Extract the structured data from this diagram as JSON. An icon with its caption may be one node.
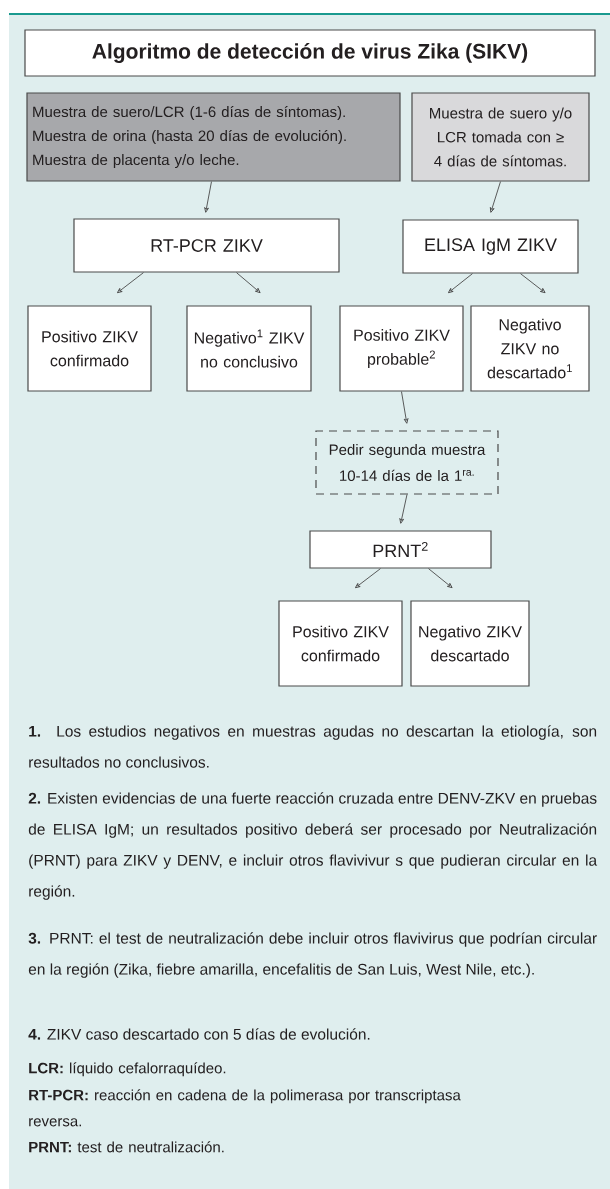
{
  "diagram": {
    "title": "Algoritmo de detección de virus Zika (SIKV)",
    "nodes": [
      {
        "text": [
          "Muestra de suero/LCR (1-6 días de síntomas).",
          "Muestra de orina (hasta 20 días de evolución).",
          "Muestra de placenta y/o leche."
        ]
      },
      {
        "text": [
          "Muestra de suero y/o LCR tomada con ≥ 4 días de síntomas."
        ]
      },
      {
        "text": [
          "RT-PCR ZIKV"
        ]
      },
      {
        "text": [
          "ELISA IgM ZIKV"
        ]
      },
      {
        "text": [
          "Positivo ZIKV confirmado"
        ]
      },
      {
        "text": [
          "Negativo$^{1}$ ZIKV no conclusivo"
        ]
      },
      {
        "text": [
          "Positivo ZIKV probable$^{2}$"
        ]
      },
      {
        "text": [
          "Negativo ZIKV no descartado$^{1}$"
        ]
      },
      {
        "text": [
          "Pedir segunda muestra 10-14 días de la 1$^{ra.}$"
        ]
      },
      {
        "text": [
          "PRNT$^{2}$"
        ]
      },
      {
        "text": [
          "Positivo ZIKV confirmado"
        ]
      },
      {
        "text": [
          "Negativo ZIKV descartado"
        ]
      }
    ],
    "edges": [
      {
        "from": 0,
        "to": 2,
        "arrow": "to"
      },
      {
        "from": 1,
        "to": 3,
        "arrow": "to"
      },
      {
        "from": 2,
        "to": 4,
        "arrow": "to"
      },
      {
        "from": 2,
        "to": 5,
        "arrow": "to"
      },
      {
        "from": 3,
        "to": 6,
        "arrow": "to"
      },
      {
        "from": 3,
        "to": 7,
        "arrow": "to"
      },
      {
        "from": 6,
        "to": 8,
        "arrow": "to"
      },
      {
        "from": 8,
        "to": 9,
        "arrow": "to"
      },
      {
        "from": 9,
        "to": 10,
        "arrow": "to"
      },
      {
        "from": 9,
        "to": 11,
        "arrow": "to"
      }
    ],
    "labels": [
      "**1.** Los estudios negativos en muestras agudas no descartan la etiología, son resultados no conclusivos.",
      "**2.** Existen evidencias de una fuerte reacción cruzada entre DENV-ZKV en pruebas de ELISA IgM; un resultados positivo deberá ser procesado por Neutralización (PRNT) para ZIKV y DENV, e incluir otros flavivivur s que pudieran circular en la región.",
      "**3.** PRNT: el test de neutralización debe incluir otros flavivirus que podrían circular en la región (Zika, fiebre amarilla, encefalitis de San Luis, West Nile, etc.).",
      "**4.** ZIKV caso descartado con 5 días de evolución.",
      "**LCR:** líquido cefalorraquídeo.",
      "**RT-PCR:** reacción en cadena de la polimerasa por transcriptasa reversa.",
      "**PRNT:** test de neutralización."
    ]
  }
}
